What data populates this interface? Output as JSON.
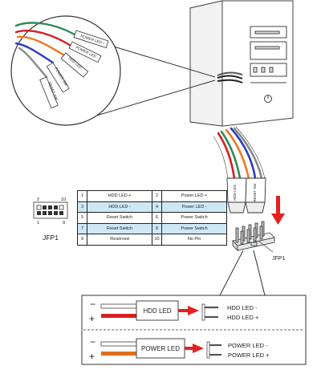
{
  "diagram": {
    "wire_colors": [
      "#2e8b57",
      "#d62020",
      "#f07822",
      "#2a3dbe",
      "#ffffff"
    ],
    "accent_red": "#e52020",
    "highlight_blue": "#cfe8f6",
    "callout_connector_labels": [
      "POWER LED +",
      "POWER LED -",
      "HDD LED",
      "POWER SW",
      "RESET SW"
    ],
    "connector_labels": [
      "HDD LED",
      "RESET SW"
    ],
    "header": {
      "name": "JFP1",
      "pin_numbers": {
        "top_left": "2",
        "top_right": "10",
        "bottom_left": "1",
        "bottom_right": "9"
      }
    },
    "header_pointer_label": "JFP1",
    "pin_table": [
      {
        "pin_a": "1",
        "signal_a": "HDD LED +",
        "pin_b": "2",
        "signal_b": "Power LED +",
        "highlight": false
      },
      {
        "pin_a": "3",
        "signal_a": "HDD LED -",
        "pin_b": "4",
        "signal_b": "Power LED -",
        "highlight": true
      },
      {
        "pin_a": "5",
        "signal_a": "Reset Switch",
        "pin_b": "6",
        "signal_b": "Power Switch",
        "highlight": false
      },
      {
        "pin_a": "7",
        "signal_a": "Reset Switch",
        "pin_b": "8",
        "signal_b": "Power Switch",
        "highlight": true
      },
      {
        "pin_a": "9",
        "signal_a": "Reserved",
        "pin_b": "10",
        "signal_b": "No Pin",
        "highlight": false
      }
    ],
    "polarity_panels": [
      {
        "component": "HDD LED",
        "minus": "−",
        "plus": "+",
        "pins": [
          "HDD LED -",
          "HDD LED +"
        ],
        "wire_color": "#d62020"
      },
      {
        "component": "POWER LED",
        "minus": "−",
        "plus": "+",
        "pins": [
          "POWER LED -",
          "POWER LED +"
        ],
        "wire_color": "#e0701c"
      }
    ]
  }
}
